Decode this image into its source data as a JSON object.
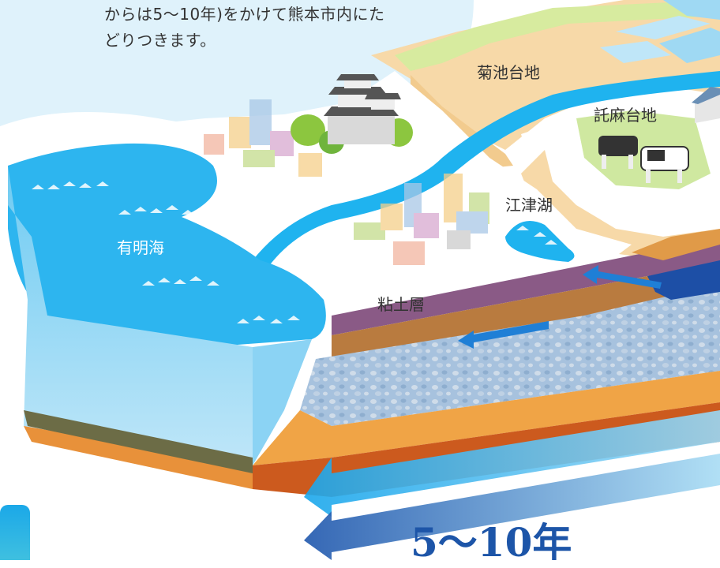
{
  "intro_text": "からは5〜10年)をかけて熊本市内にた\nどりつきます。",
  "labels": {
    "kikuchi_plateau": "菊池台地",
    "takuma_plateau": "託麻台地",
    "ezu_lake": "江津湖",
    "ariake_sea": "有明海",
    "clay_layer": "粘土層"
  },
  "years_caption": "5〜10年",
  "colors": {
    "water": "#22b3ef",
    "sea": "#2fb6ef",
    "clay": "#8a5a86",
    "gravel": "#9cb8d6",
    "orange_layer": "#e8913a",
    "arrow_blue": "#1d6bc4"
  }
}
